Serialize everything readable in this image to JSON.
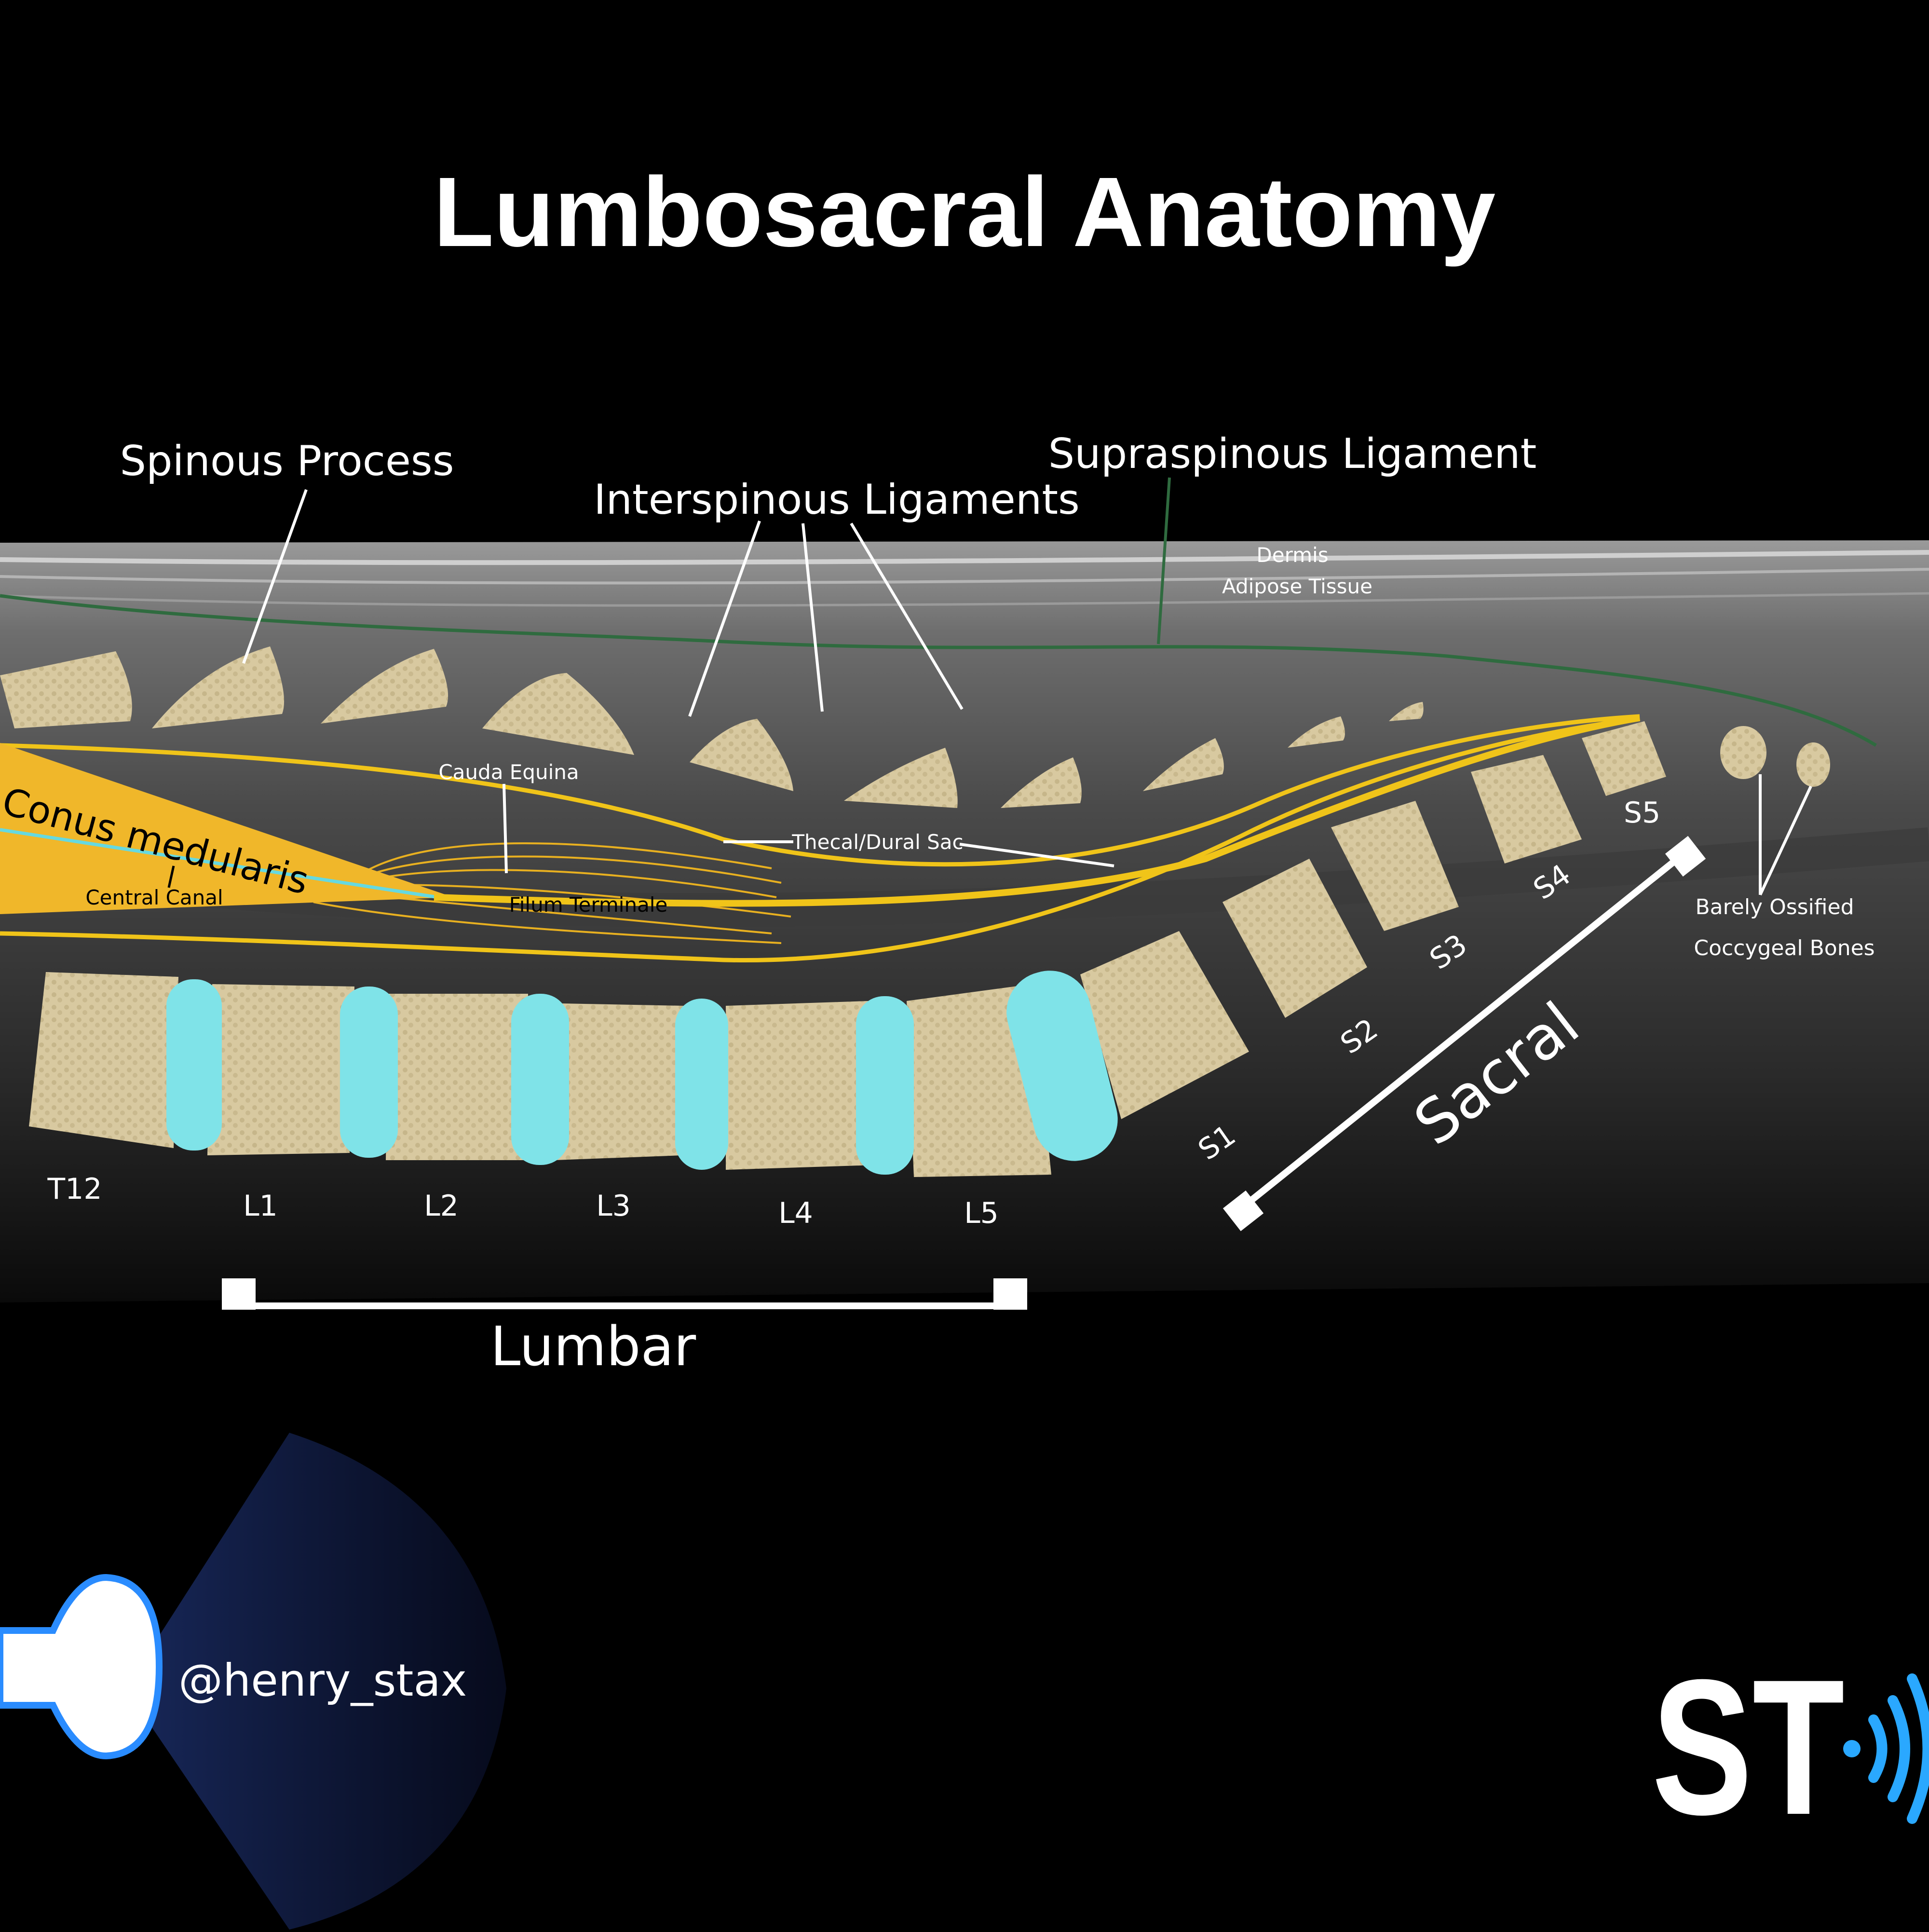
{
  "title": "Lumbosacral Anatomy",
  "labels": {
    "spinous_process": "Spinous Process",
    "interspinous_ligaments": "Interspinous Ligaments",
    "supraspinous_ligament": "Supraspinous Ligament",
    "dermis": "Dermis",
    "adipose_tissue": "Adipose Tissue",
    "cauda_equina": "Cauda Equina",
    "conus_medullaris": "Conus medularis",
    "central_canal": "Central Canal",
    "thecal_dural_sac": "Thecal/Dural Sac",
    "filum_terminale": "Filum Terminale",
    "barely_ossified_1": "Barely Ossified",
    "barely_ossified_2": "Coccygeal Bones",
    "lumbar": "Lumbar",
    "sacral": "Sacral"
  },
  "vertebrae": {
    "lumbar": [
      "T12",
      "L1",
      "L2",
      "L3",
      "L4",
      "L5"
    ],
    "sacral": [
      "S1",
      "S2",
      "S3",
      "S4",
      "S5"
    ]
  },
  "handle": "@henry_stax",
  "logo_text": "ST",
  "colors": {
    "background": "#000000",
    "bone": "#d8c9a0",
    "disc": "#7fe3e8",
    "nerve": "#f0c419",
    "ligament_line": "#2f6b3f",
    "label": "#ffffff"
  }
}
